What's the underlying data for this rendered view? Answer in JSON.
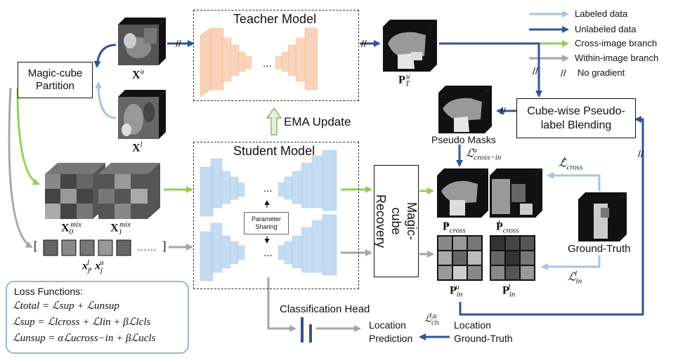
{
  "legend": {
    "labeled": "Labeled data",
    "unlabeled": "Unlabeled data",
    "cross_image": "Cross-image branch",
    "within_image": "Within-image branch",
    "no_gradient_symbol": "//",
    "no_gradient": "No gradient",
    "colors": {
      "labeled": "#a9c3e4",
      "unlabeled": "#2f5496",
      "cross": "#92d050",
      "within": "#a6a6a6"
    }
  },
  "boxes": {
    "magic_cube_partition": "Magic-cube Partition",
    "cube_wise_blending": "Cube-wise Pseudo-label Blending",
    "magic_cube_recovery": "Magic-cube Recovery",
    "parameter_sharing": "Parameter Sharing"
  },
  "models": {
    "teacher": "Teacher Model",
    "student": "Student Model",
    "ema_update": "EMA Update",
    "dots": "..."
  },
  "labels": {
    "xu": "X",
    "xu_sup": "u",
    "xl": "X",
    "xl_sup": "l",
    "x0_mix": "X",
    "x0_sub": "0",
    "x0_sup": "mix",
    "x1_mix": "X",
    "x1_sub": "1",
    "x1_sup": "mix",
    "patches_open": "[",
    "patches_dots": "……",
    "patches_close": "]",
    "xj": "x",
    "xj_l_sup": "l",
    "xj_sub": "j",
    "xj_u_sup": "u",
    "pt": "P",
    "pt_sup": "u",
    "pt_sub": "T",
    "pseudo_masks": "Pseudo Masks",
    "loss_cross_in": "ℒ",
    "loss_cross_in_sup": "u",
    "loss_cross_in_sub": "cross−in",
    "loss_cross_l": "ℒ",
    "loss_cross_l_sup": "l",
    "loss_cross_l_sub": "cross",
    "p_cross_u": "P",
    "p_cross_u_sup": "u",
    "p_cross_u_sub": "cross",
    "p_cross_l": "P",
    "p_cross_l_sup": "l",
    "p_cross_l_sub": "cross",
    "ground_truth": "Ground-Truth",
    "loss_in_l": "ℒ",
    "loss_in_l_sup": "l",
    "loss_in_l_sub": "in",
    "p_in_u": "P",
    "p_in_u_sup": "u",
    "p_in_u_sub": "in",
    "p_in_l": "P",
    "p_in_l_sup": "l",
    "p_in_l_sub": "in",
    "classification_head": "Classification Head",
    "loss_cls": "ℒ",
    "loss_cls_sup": "l,u",
    "loss_cls_sub": "cls",
    "location_prediction_1": "Location",
    "location_prediction_2": "Prediction",
    "location_gt_1": "Location",
    "location_gt_2": "Ground-Truth"
  },
  "loss_functions": {
    "title": "Loss Functions:",
    "total": "ℒtotal = ℒsup + ℒunsup",
    "sup": "ℒsup = ℒlcross + ℒlin + βℒlcls",
    "unsup": "ℒunsup = αℒucross−in + βℒucls"
  }
}
